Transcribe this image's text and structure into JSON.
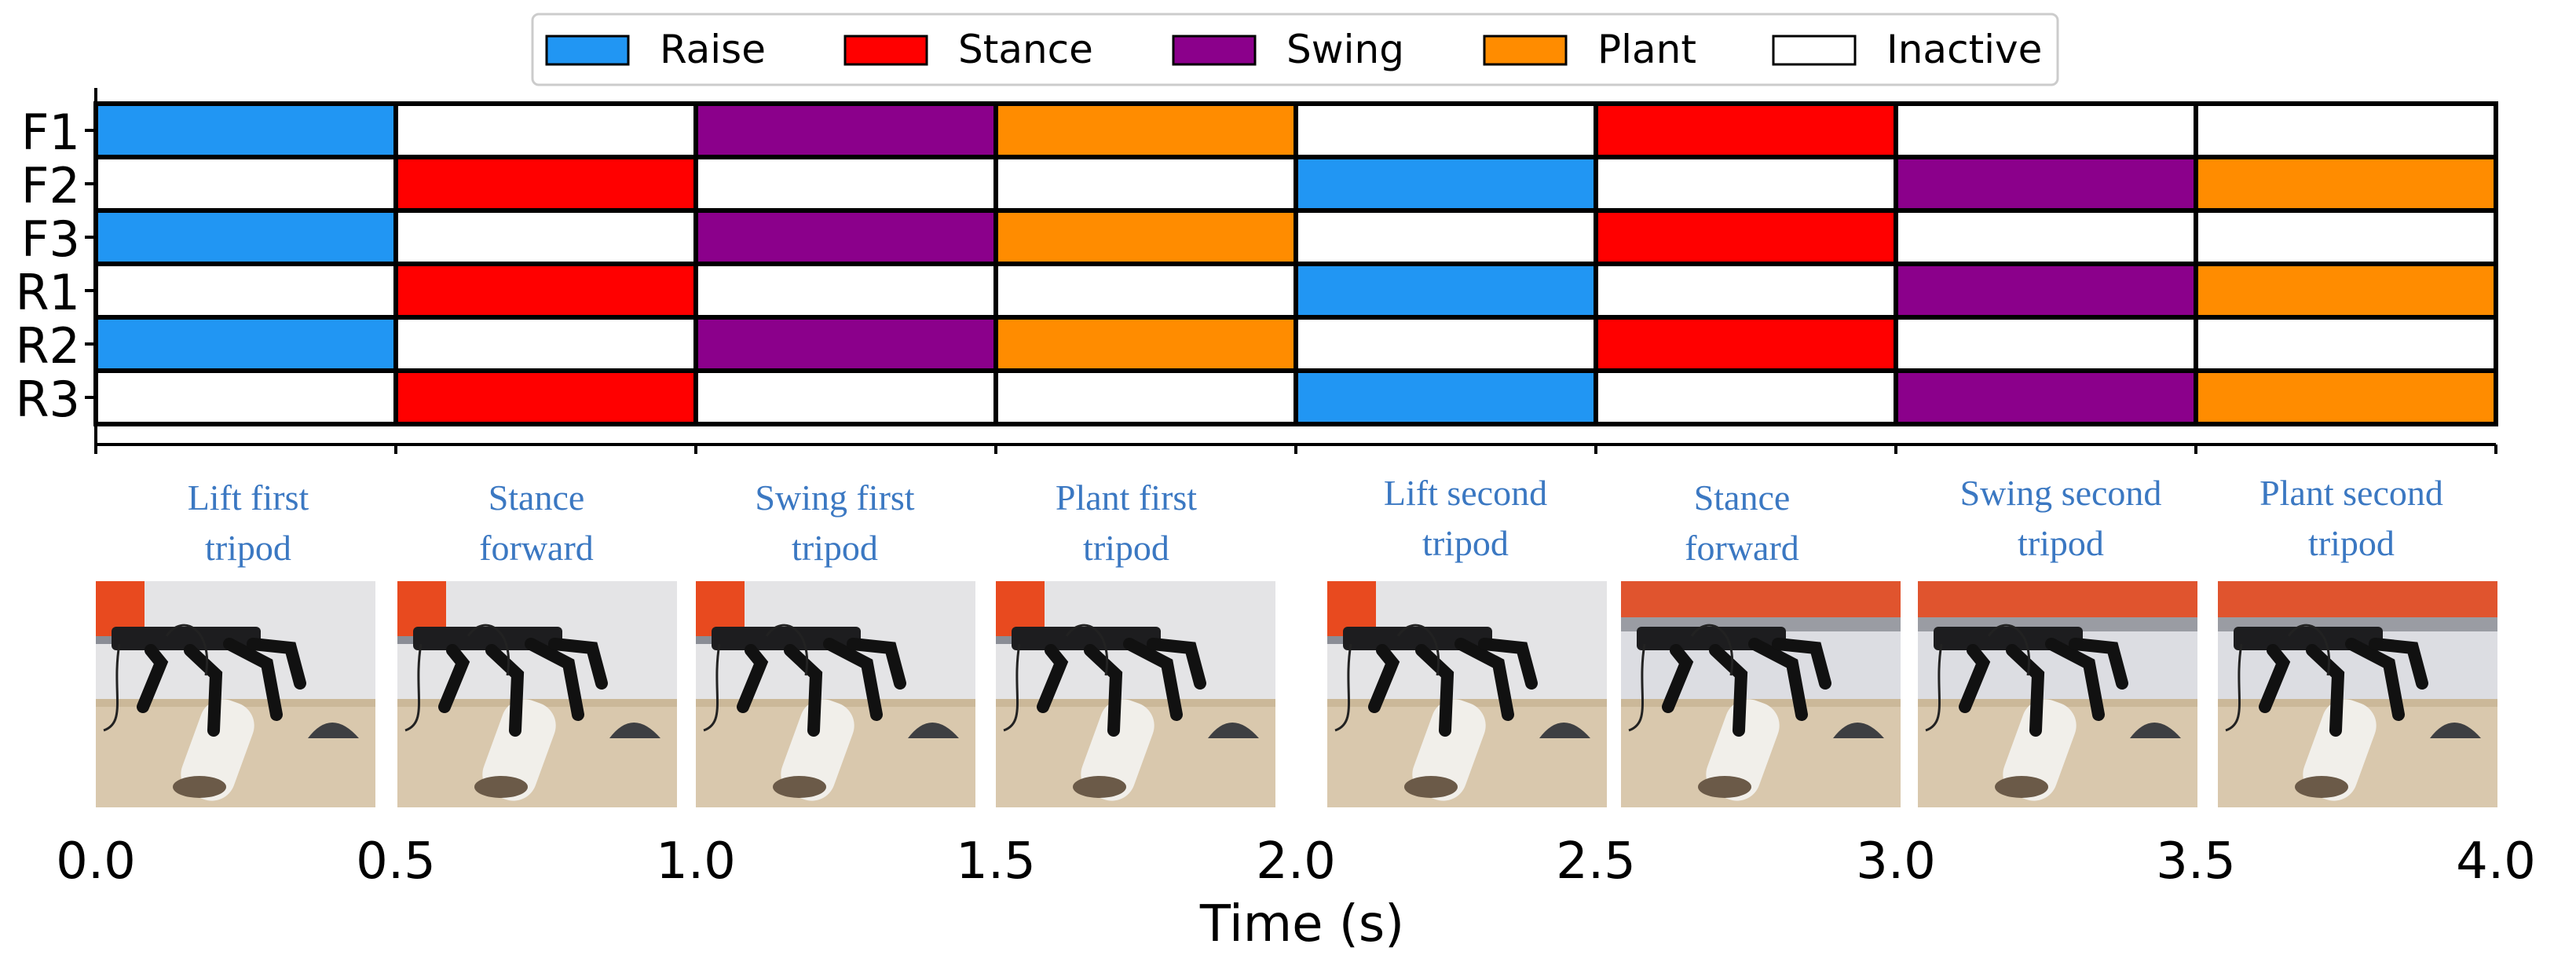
{
  "chart_data": {
    "type": "gantt",
    "title": "",
    "xlabel": "Time (s)",
    "ylabel": "",
    "xlim": [
      0.0,
      4.0
    ],
    "xticks": [
      0.0,
      0.5,
      1.0,
      1.5,
      2.0,
      2.5,
      3.0,
      3.5,
      4.0
    ],
    "xtick_labels": [
      "0.0",
      "0.5",
      "1.0",
      "1.5",
      "2.0",
      "2.5",
      "3.0",
      "3.5",
      "4.0"
    ],
    "legend_position": "top-center",
    "legend": [
      {
        "name": "Raise",
        "color": "#2196f3"
      },
      {
        "name": "Stance",
        "color": "#ff0000"
      },
      {
        "name": "Swing",
        "color": "#8b008b"
      },
      {
        "name": "Plant",
        "color": "#ff8c00"
      },
      {
        "name": "Inactive",
        "color": "#ffffff"
      }
    ],
    "categories": [
      "F1",
      "F2",
      "F3",
      "R1",
      "R2",
      "R3"
    ],
    "interval": 0.5,
    "rows": [
      {
        "name": "F1",
        "states": [
          "Raise",
          "Inactive",
          "Swing",
          "Plant",
          "Inactive",
          "Stance",
          "Inactive",
          "Inactive"
        ]
      },
      {
        "name": "F2",
        "states": [
          "Inactive",
          "Stance",
          "Inactive",
          "Inactive",
          "Raise",
          "Inactive",
          "Swing",
          "Plant"
        ]
      },
      {
        "name": "F3",
        "states": [
          "Raise",
          "Inactive",
          "Swing",
          "Plant",
          "Inactive",
          "Stance",
          "Inactive",
          "Inactive"
        ]
      },
      {
        "name": "R1",
        "states": [
          "Inactive",
          "Stance",
          "Inactive",
          "Inactive",
          "Raise",
          "Inactive",
          "Swing",
          "Plant"
        ]
      },
      {
        "name": "R2",
        "states": [
          "Raise",
          "Inactive",
          "Swing",
          "Plant",
          "Inactive",
          "Stance",
          "Inactive",
          "Inactive"
        ]
      },
      {
        "name": "R3",
        "states": [
          "Inactive",
          "Stance",
          "Inactive",
          "Inactive",
          "Raise",
          "Inactive",
          "Swing",
          "Plant"
        ]
      }
    ],
    "phase_captions": [
      {
        "line1": "Lift first",
        "line2": "tripod"
      },
      {
        "line1": "Stance",
        "line2": "forward"
      },
      {
        "line1": "Swing first",
        "line2": "tripod"
      },
      {
        "line1": "Plant first",
        "line2": "tripod"
      },
      {
        "line1": "Lift second",
        "line2": "tripod"
      },
      {
        "line1": "Stance",
        "line2": "forward"
      },
      {
        "line1": "Swing second",
        "line2": "tripod"
      },
      {
        "line1": "Plant second",
        "line2": "tripod"
      }
    ]
  }
}
